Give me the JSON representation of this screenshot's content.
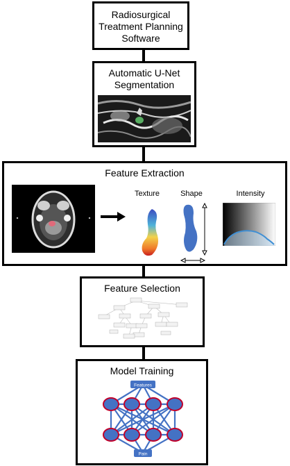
{
  "flow": {
    "step1": {
      "title": "Radiosurgical Treatment Planning Software"
    },
    "step2": {
      "title": "Automatic U-Net Segmentation"
    },
    "step3": {
      "title": "Feature Extraction",
      "labels": {
        "texture": "Texture",
        "shape": "Shape",
        "intensity": "Intensity"
      }
    },
    "step4": {
      "title": "Feature Selection"
    },
    "step5": {
      "title": "Model Training",
      "network": {
        "input_label": "Features",
        "output_label": "Pain"
      }
    }
  },
  "colors": {
    "border": "#000000",
    "segmentation_overlay": "#5fbf6a",
    "shape_blue": "#4472c4",
    "node_fill": "#4472c4",
    "node_stroke": "#c0002a",
    "edge": "#4472c4",
    "intensity_curve": "#3f8fd4"
  }
}
